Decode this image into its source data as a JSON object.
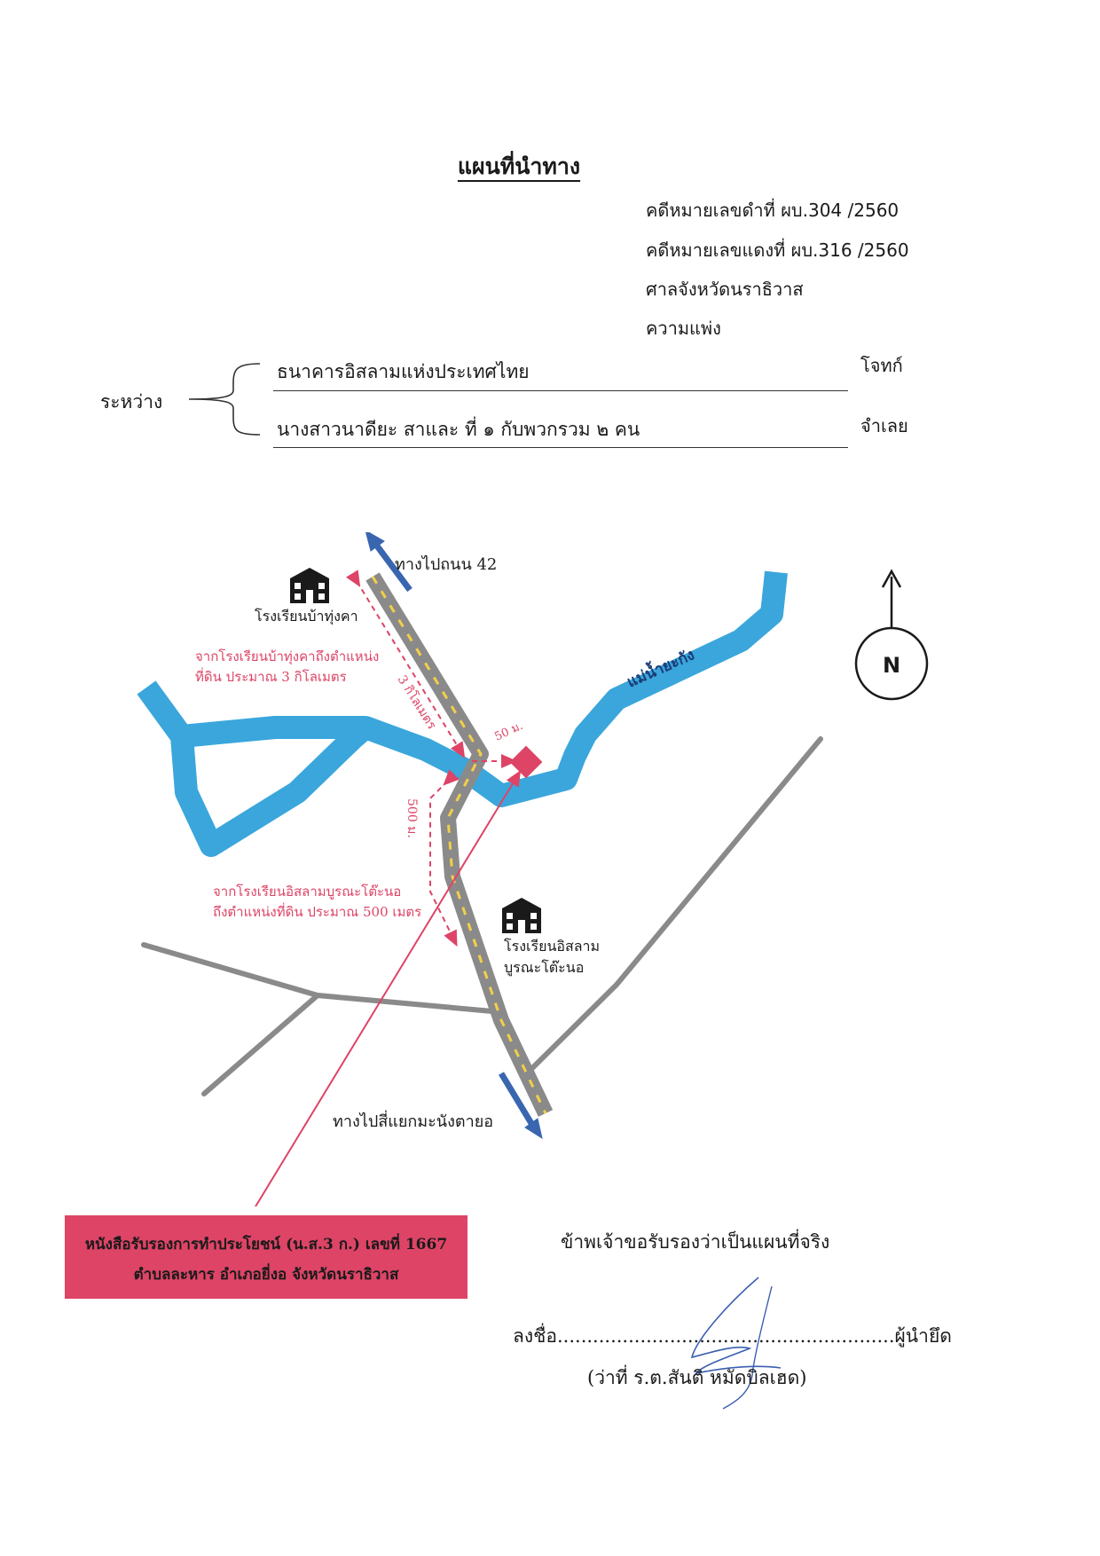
{
  "document": {
    "title": "แผนที่นำทาง",
    "case": {
      "black_no": "คดีหมายเลขดำที่ ผบ.304 /2560",
      "red_no": "คดีหมายเลขแดงที่ ผบ.316 /2560",
      "court": "ศาลจังหวัดนราธิวาส",
      "type": "ความแพ่ง"
    },
    "parties": {
      "between_label": "ระหว่าง",
      "plaintiff": {
        "name": "ธนาคารอิสลามแห่งประเทศไทย",
        "role": "โจทก์"
      },
      "defendant": {
        "name": "นางสาวนาดียะ สาและ ที่ ๑ กับพวกรวม ๒ คน",
        "role": "จำเลย"
      }
    }
  },
  "map": {
    "labels": {
      "road_north": "ทางไปถนน 42",
      "road_south": "ทางไปสี่แยกมะนังตายอ",
      "river": "แม่น้ำยะกัง",
      "north": "N"
    },
    "schools": [
      {
        "name_lines": [
          "โรงเรียนบ้าทุ่งคา"
        ]
      },
      {
        "name_lines": [
          "โรงเรียนอิสลาม",
          "บูรณะโต๊ะนอ"
        ]
      }
    ],
    "distances": {
      "north_note": [
        "จากโรงเรียนบ้าทุ่งคาถึงตำแหน่ง",
        "ที่ดิน ประมาณ 3 กิโลเมตร"
      ],
      "north_arrow_label": "3 กิโลเมตร",
      "plot_offset": "50 ม.",
      "south_arrow_label": "500 ม.",
      "south_note": [
        "จากโรงเรียนอิสลามบูรณะโต๊ะนอ",
        "ถึงตำแหน่งที่ดิน ประมาณ 500 เมตร"
      ]
    },
    "colors": {
      "river": "#3aa6dc",
      "road": "#8a8a8a",
      "road_dash": "#f2cf4a",
      "accent": "#dd4466",
      "arrow": "#3a66b0"
    }
  },
  "deed": {
    "line1": "หนังสือรับรองการทำประโยชน์ (น.ส.3 ก.) เลขที่ 1667",
    "line2": "ตำบลละหาร อำเภอยี่งอ จังหวัดนราธิวาส"
  },
  "certification": {
    "statement": "ข้าพเจ้าขอรับรองว่าเป็นแผนที่จริง",
    "sign_prefix": "ลงชื่อ",
    "sign_dots": ".........................................................",
    "sign_suffix": "ผู้นำยึด",
    "signer": "(ว่าที่ ร.ต.สันติ หมัดบิลเฮด)"
  }
}
